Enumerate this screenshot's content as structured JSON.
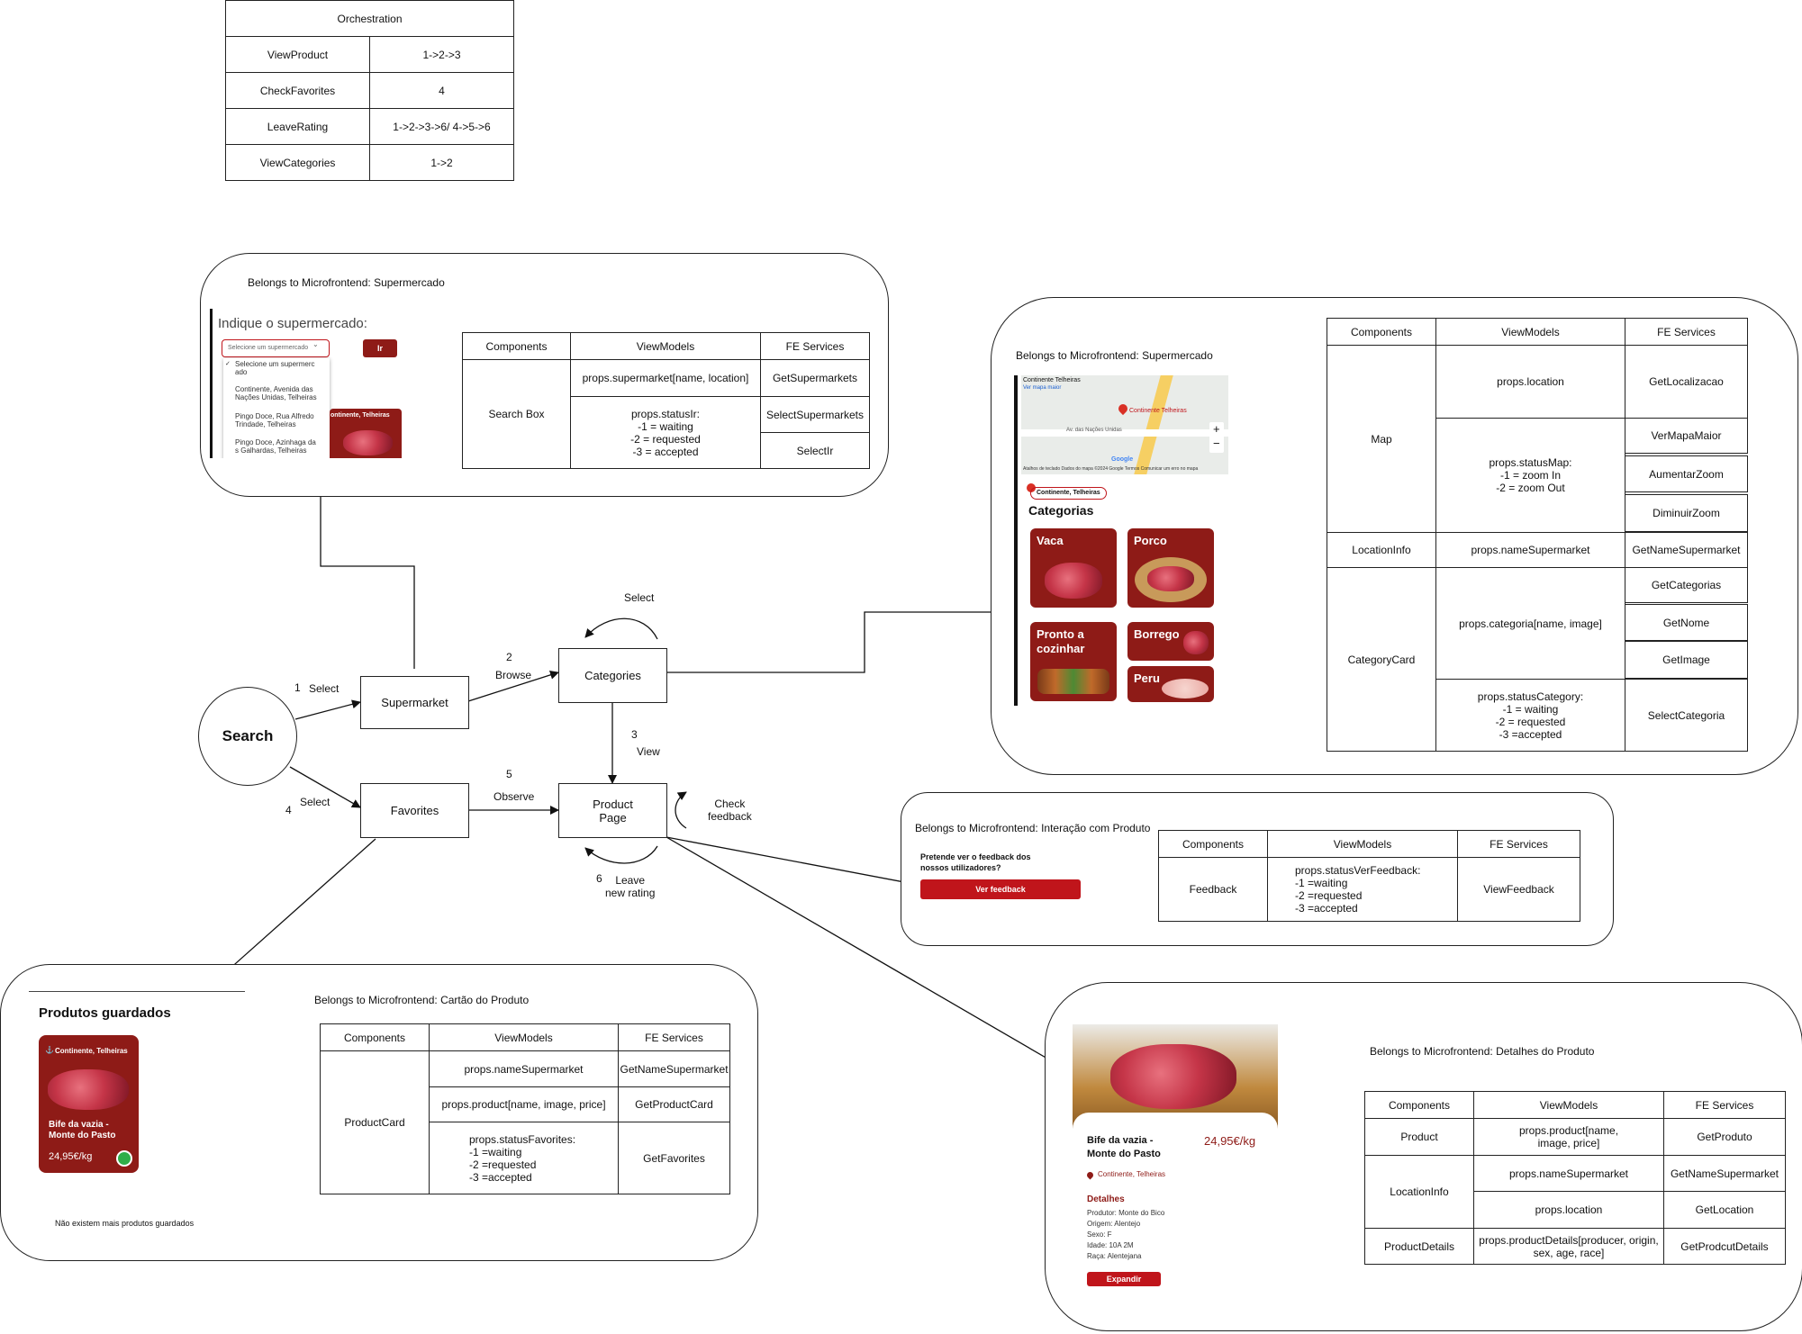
{
  "orchestration": {
    "title": "Orchestration",
    "rows": [
      {
        "name": "ViewProduct",
        "value": "1->2->3"
      },
      {
        "name": "CheckFavorites",
        "value": "4"
      },
      {
        "name": "LeaveRating",
        "value": "1->2->3->6/ 4->5->6"
      },
      {
        "name": "ViewCategories",
        "value": "1->2"
      }
    ]
  },
  "flow": {
    "search": "Search",
    "supermarket": "Supermarket",
    "favorites": "Favorites",
    "categories": "Categories",
    "product_page": "Product\nPage",
    "edges": {
      "e1_num": "1",
      "e1_label": "Select",
      "e2_num": "2",
      "e2_label": "Browse",
      "e3_num": "3",
      "e3_label": "View",
      "e4_num": "4",
      "e4_label": "Select",
      "e5_num": "5",
      "e5_label": "Observe",
      "e6_num": "6",
      "e6_label": "Leave\nnew rating",
      "self_select": "Select",
      "check_feedback": "Check\nfeedback"
    }
  },
  "headers": {
    "components": "Components",
    "viewmodels": "ViewModels",
    "services": "FE Services"
  },
  "group_supermarket_search": {
    "belongs": "Belongs to Microfrontend: Supermercado",
    "mock": {
      "heading": "Indique o supermercado:",
      "select_placeholder": "Selecione um supermercado",
      "go_button": "Ir",
      "options": [
        "Selecione um supermerc\nado",
        "Continente, Avenida das\nNações Unidas, Telheiras",
        "Pingo Doce, Rua Alfredo\nTrindade, Telheiras",
        "Pingo Doce, Azinhaga da\ns Galhardas, Telheiras"
      ],
      "behind_card": "ontinente, Telheiras"
    },
    "component": "Search Box",
    "viewmodels": [
      "props.supermarket[name, location]",
      "props.statusIr:\n  -1 =  waiting\n-2 = requested\n-3 =  accepted"
    ],
    "services": [
      "GetSupermarkets",
      "SelectSupermarkets",
      "SelectIr"
    ]
  },
  "group_categories": {
    "belongs": "Belongs to Microfrontend: Supermercado",
    "mock": {
      "map_title": "Continente Telheiras",
      "map_link": "Ver mapa maior",
      "map_pin_label": "Continente Telheiras",
      "map_road": "Av. das Nações Unidas",
      "map_footer": "Atalhos de teclado   Dados do mapa ©2024 Google   Termos   Comunicar um erro no mapa",
      "zoom_in": "+",
      "zoom_out": "−",
      "google": "Google",
      "location_chip": "Continente, Telheiras",
      "categories_title": "Categorias",
      "tiles": [
        "Vaca",
        "Porco",
        "Pronto a\ncozinhar",
        "Borrego",
        "Peru"
      ]
    },
    "components": [
      "Map",
      "LocationInfo",
      "CategoryCard"
    ],
    "viewmodels": [
      "props.location",
      "props.statusMap:\n-1 = zoom In\n-2 = zoom Out",
      "props.nameSupermarket",
      "props.categoria[name, image]",
      "props.statusCategory:\n-1 =  waiting\n-2 = requested\n-3 =accepted"
    ],
    "services": [
      "GetLocalizacao",
      "VerMapaMaior",
      "AumentarZoom",
      "DiminuirZoom",
      "GetNameSupermarket",
      "GetCategorias",
      "GetNome",
      "GetImage",
      "SelectCategoria"
    ]
  },
  "group_feedback": {
    "belongs": "Belongs to Microfrontend: Interação com Produto",
    "mock": {
      "question": "Pretende ver o feedback dos\nnossos utilizadores?",
      "button": "Ver feedback"
    },
    "component": "Feedback",
    "viewmodel": "props.statusVerFeedback:\n-1 =waiting\n-2 =requested\n-3 =accepted",
    "service": "ViewFeedback"
  },
  "group_card": {
    "belongs": "Belongs to Microfrontend: Cartão do Produto",
    "mock": {
      "title": "Produtos guardados",
      "store": "Continente, Telheiras",
      "product": "Bife da vazia -\nMonte do Pasto",
      "price": "24,95€/kg",
      "empty": "Não existem mais produtos guardados"
    },
    "component": "ProductCard",
    "viewmodels": [
      "props.nameSupermarket",
      "props.product[name, image, price]",
      "props.statusFavorites:\n-1 =waiting\n-2 =requested\n-3 =accepted"
    ],
    "services": [
      "GetNameSupermarket",
      "GetProductCard",
      "GetFavorites"
    ]
  },
  "group_details": {
    "belongs": "Belongs to Microfrontend: Detalhes do Produto",
    "mock": {
      "product": "Bife da vazia -\nMonte do Pasto",
      "price": "24,95€/kg",
      "store": "Continente, Telheiras",
      "details_title": "Detalhes",
      "details": [
        "Produtor: Monte do Bico",
        "Origem: Alentejo",
        "Sexo: F",
        "Idade: 10A 2M",
        "Raça: Alentejana"
      ],
      "button": "Expandir"
    },
    "components": [
      "Product",
      "LocationInfo",
      "ProductDetails"
    ],
    "viewmodels": [
      "props.product[name,\nimage, price]",
      "props.nameSupermarket",
      "props.location",
      "props.productDetails[producer, origin,\nsex, age, race]"
    ],
    "services": [
      "GetProduto",
      "GetNameSupermarket",
      "GetLocation",
      "GetProdcutDetails"
    ]
  },
  "colors": {
    "brand_red": "#c0151b",
    "tile_red": "#8e1b17"
  }
}
